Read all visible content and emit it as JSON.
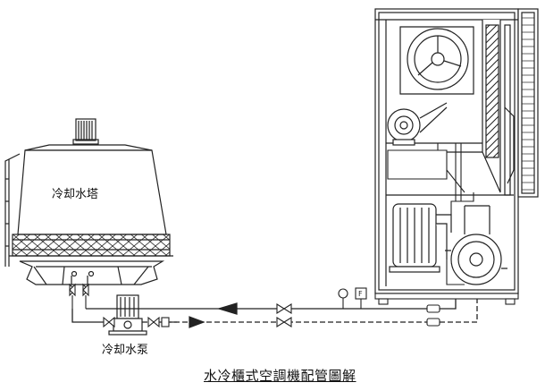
{
  "labels": {
    "cooling_tower": "冷却水塔",
    "cooling_pump": "冷却水泵",
    "caption": "水冷櫃式空調機配管圖解",
    "flow_meter_mark": "F"
  },
  "colors": {
    "line": "#222222",
    "background": "#ffffff"
  }
}
